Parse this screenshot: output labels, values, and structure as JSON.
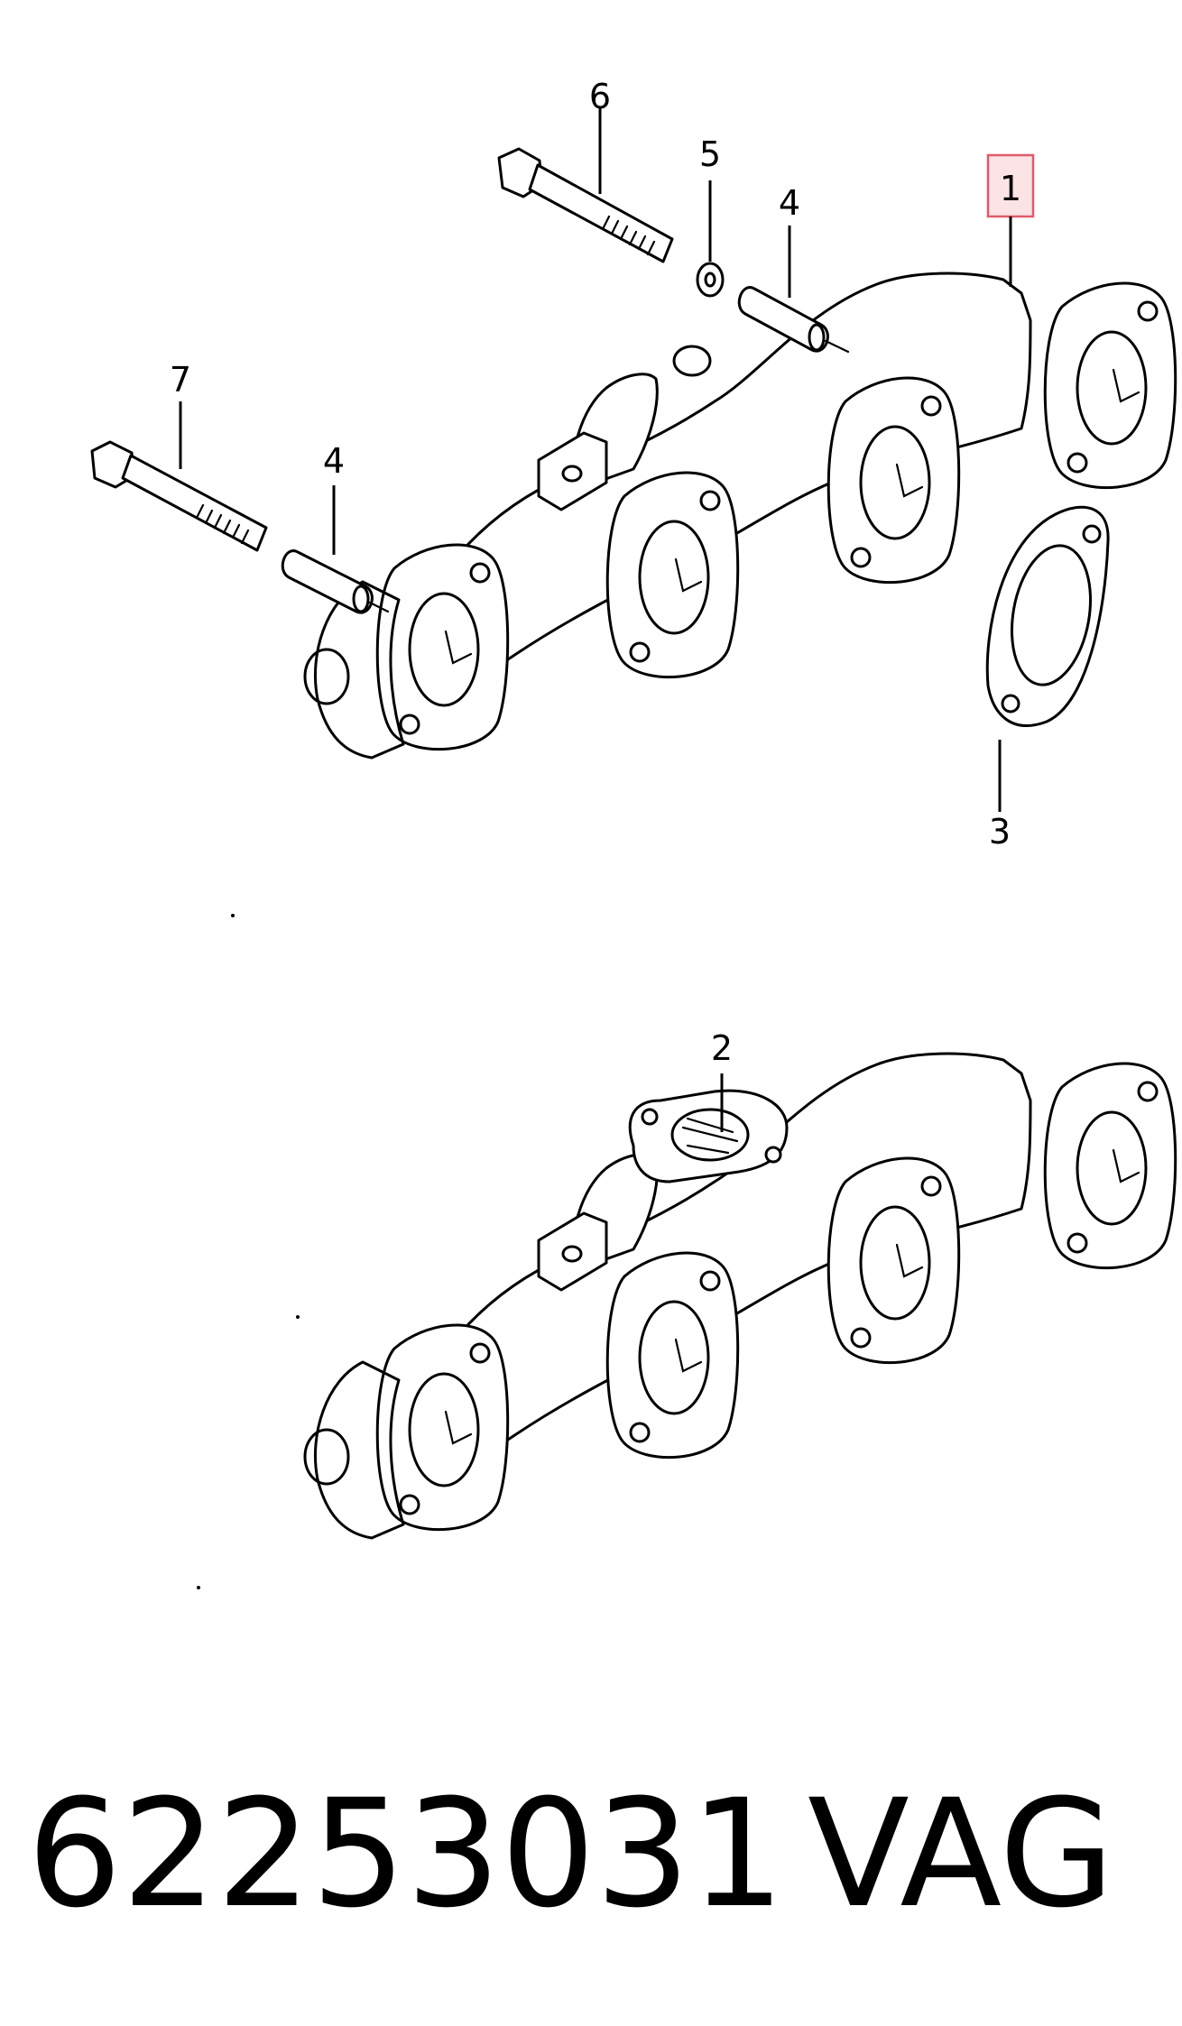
{
  "callouts": {
    "c1": "1",
    "c2": "2",
    "c3": "3",
    "c4a": "4",
    "c4b": "4",
    "c5": "5",
    "c6": "6",
    "c7": "7"
  },
  "highlight": {
    "color": "#e05a6a",
    "fill": "#fbe3e6",
    "item": "1"
  },
  "footer": {
    "part_number": "62253031",
    "brand": "VAG"
  },
  "icons": [
    "exhaust-manifold",
    "exhaust-manifold-with-egr-flange",
    "manifold-gasket",
    "bolt",
    "washer",
    "spacer-sleeve"
  ]
}
